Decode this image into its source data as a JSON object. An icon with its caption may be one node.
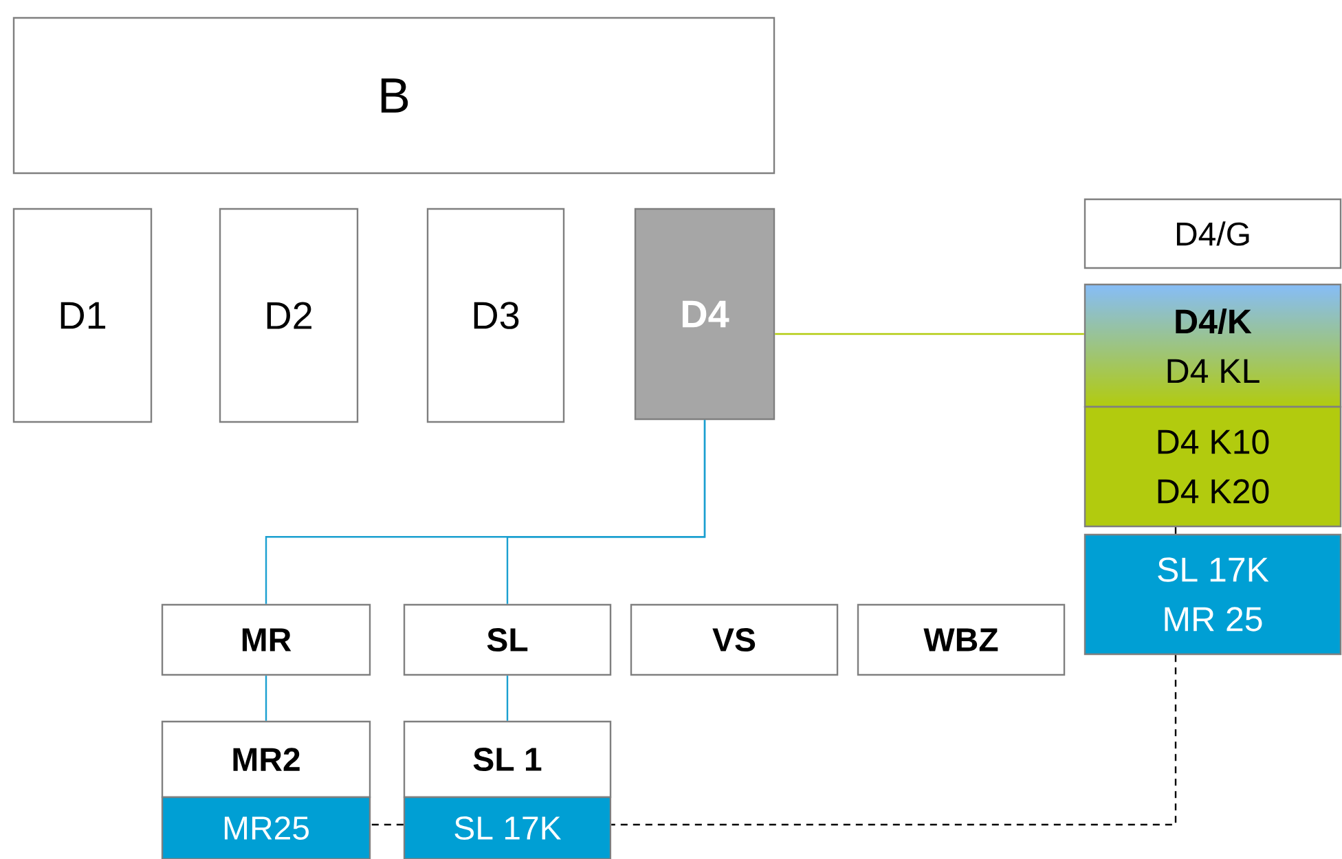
{
  "diagram": {
    "nodes": [
      {
        "text": [
          "B"
        ]
      },
      {
        "text": [
          "D1"
        ]
      },
      {
        "text": [
          "D2"
        ]
      },
      {
        "text": [
          "D3"
        ]
      },
      {
        "text": [
          "D4"
        ]
      },
      {
        "text": [
          "D4/G"
        ]
      },
      {
        "text": [
          "D4/K",
          "D4 KL"
        ]
      },
      {
        "text": [
          "D4 K10",
          "D4 K20"
        ]
      },
      {
        "text": [
          "SL 17K",
          "MR 25"
        ]
      },
      {
        "text": [
          "MR"
        ]
      },
      {
        "text": [
          "SL"
        ]
      },
      {
        "text": [
          "VS"
        ]
      },
      {
        "text": [
          "WBZ"
        ]
      },
      {
        "text": [
          "MR2"
        ]
      },
      {
        "text": [
          "MR25"
        ]
      },
      {
        "text": [
          "SL 1"
        ]
      },
      {
        "text": [
          "SL 17K"
        ]
      }
    ],
    "edges": [
      {
        "from": 4,
        "to": 6,
        "arrow": "none",
        "color": "#b2cb0e"
      },
      {
        "from": 4,
        "to": 9,
        "arrow": "none"
      },
      {
        "from": 4,
        "to": 10,
        "arrow": "none"
      },
      {
        "from": 9,
        "to": 13,
        "arrow": "none"
      },
      {
        "from": 10,
        "to": 15,
        "arrow": "none"
      },
      {
        "from": 7,
        "to": 8,
        "arrow": "none",
        "color": "#000000"
      },
      {
        "from": 8,
        "to": 16,
        "arrow": "none",
        "style": "dashed",
        "color": "#000000"
      },
      {
        "from": 16,
        "to": 14,
        "arrow": "none",
        "style": "dashed",
        "color": "#000000"
      }
    ]
  }
}
